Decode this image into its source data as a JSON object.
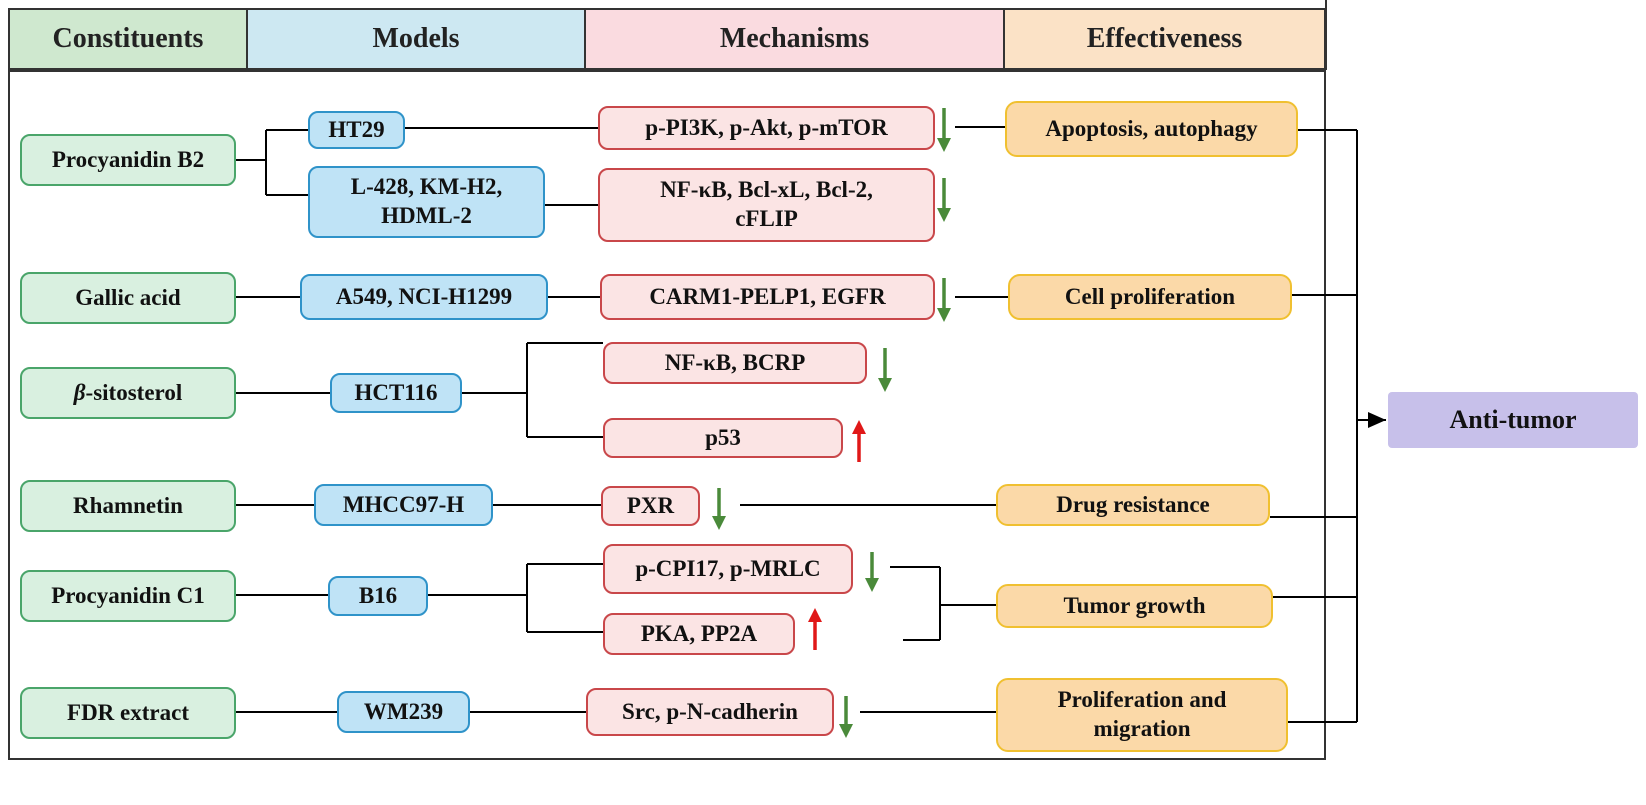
{
  "headers": {
    "constituents": "Constituents",
    "models": "Models",
    "mechanisms": "Mechanisms",
    "effectiveness": "Effectiveness"
  },
  "constituents": {
    "procyanidin_b2": "Procyanidin B2",
    "gallic_acid": "Gallic acid",
    "beta_prefix": "β",
    "beta_suffix": "-sitosterol",
    "rhamnetin": "Rhamnetin",
    "procyanidin_c1": "Procyanidin C1",
    "fdr_extract": "FDR extract"
  },
  "models": {
    "ht29": "HT29",
    "l428_l1": "L-428, KM-H2,",
    "l428_l2": "HDML-2",
    "a549": "A549, NCI-H1299",
    "hct116": "HCT116",
    "mhcc97": "MHCC97-H",
    "b16": "B16",
    "wm239": "WM239"
  },
  "mechanisms": {
    "pi3k": "p-PI3K, p-Akt, p-mTOR",
    "nfkb_bcl_l1": "NF-κB, Bcl-xL, Bcl-2,",
    "nfkb_bcl_l2": "cFLIP",
    "carm1": "CARM1-PELP1, EGFR",
    "nfkb_bcrp": "NF-κB, BCRP",
    "p53": "p53",
    "pxr": "PXR",
    "cpi17": "p-CPI17, p-MRLC",
    "pka": "PKA, PP2A",
    "src": "Src, p-N-cadherin"
  },
  "effects": {
    "apoptosis": "Apoptosis,  autophagy",
    "cell_prolif": "Cell proliferation",
    "drug_res": "Drug resistance",
    "tumor_growth": "Tumor growth",
    "prolif_mig_l1": "Proliferation and",
    "prolif_mig_l2": "migration"
  },
  "outcome": "Anti-tumor",
  "colors": {
    "constituent_fill": "#d9f0e0",
    "model_fill": "#bfe3f6",
    "mechanism_fill": "#fbe4e4",
    "effect_fill": "#fbd9a8",
    "outcome_fill": "#c7c0ea",
    "down_arrow": "#4a8a3a",
    "up_arrow": "#e01818"
  }
}
